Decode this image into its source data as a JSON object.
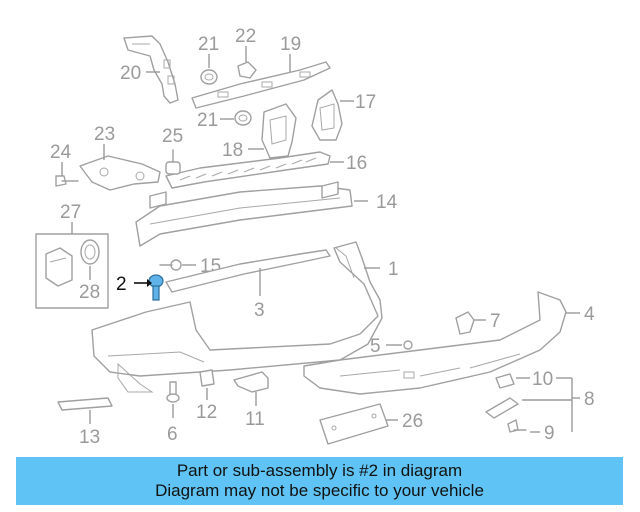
{
  "diagram": {
    "highlighted_part": "2",
    "callouts": {
      "c1": "1",
      "c2": "2",
      "c3": "3",
      "c4": "4",
      "c5": "5",
      "c6": "6",
      "c7": "7",
      "c8": "8",
      "c9": "9",
      "c10": "10",
      "c11": "11",
      "c12": "12",
      "c13": "13",
      "c14": "14",
      "c15": "15",
      "c16": "16",
      "c17": "17",
      "c18": "18",
      "c19": "19",
      "c20": "20",
      "c21a": "21",
      "c21b": "21",
      "c22": "22",
      "c23": "23",
      "c24": "24",
      "c25": "25",
      "c26": "26",
      "c27": "27",
      "c28": "28"
    },
    "colors": {
      "line_art": "#a0a0a0",
      "highlight": "#5fb3e8",
      "banner_bg": "#5fc4f5"
    }
  },
  "banner": {
    "line1": "Part or sub-assembly is #2 in diagram",
    "line2": "Diagram may not be specific to your vehicle"
  }
}
